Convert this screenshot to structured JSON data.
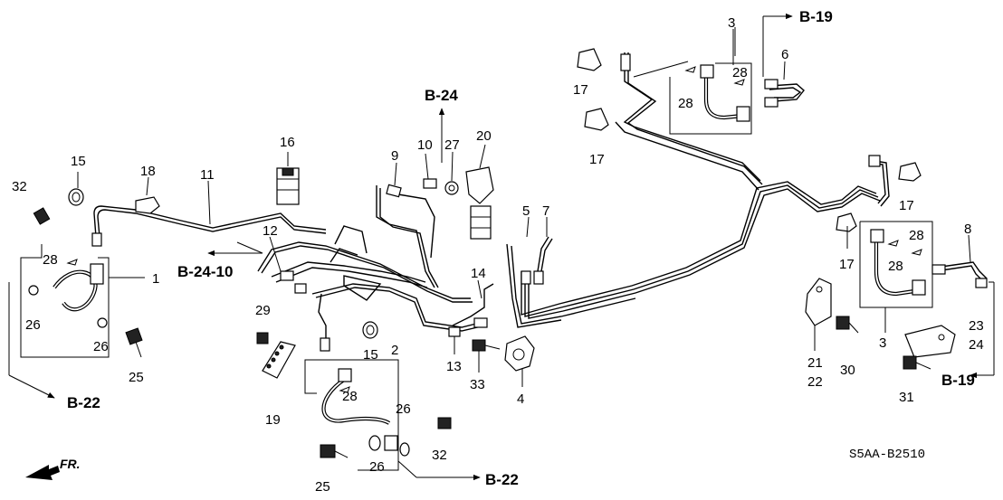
{
  "diagram_code": "S5AA-B2510",
  "direction_label": "FR.",
  "refs": {
    "b19_top": "B-19",
    "b24": "B-24",
    "b24_10": "B-24-10",
    "b22_left": "B-22",
    "b22_bottom": "B-22",
    "b19_right": "B-19"
  },
  "callouts": {
    "c1": "1",
    "c2": "2",
    "c3a": "3",
    "c3b": "3",
    "c4": "4",
    "c5": "5",
    "c6": "6",
    "c7": "7",
    "c8": "8",
    "c9": "9",
    "c10": "10",
    "c11": "11",
    "c12": "12",
    "c13": "13",
    "c14": "14",
    "c15a": "15",
    "c15b": "15",
    "c16": "16",
    "c17a": "17",
    "c17b": "17",
    "c17c": "17",
    "c17d": "17",
    "c18": "18",
    "c19": "19",
    "c20": "20",
    "c21": "21",
    "c22": "22",
    "c23": "23",
    "c24": "24",
    "c25a": "25",
    "c25b": "25",
    "c26a": "26",
    "c26b": "26",
    "c26c": "26",
    "c26d": "26",
    "c27": "27",
    "c28a": "28",
    "c28b": "28",
    "c28c": "28",
    "c28d": "28",
    "c28e": "28",
    "c28f": "28",
    "c29": "29",
    "c30": "30",
    "c31": "31",
    "c32a": "32",
    "c32b": "32",
    "c33": "33"
  }
}
